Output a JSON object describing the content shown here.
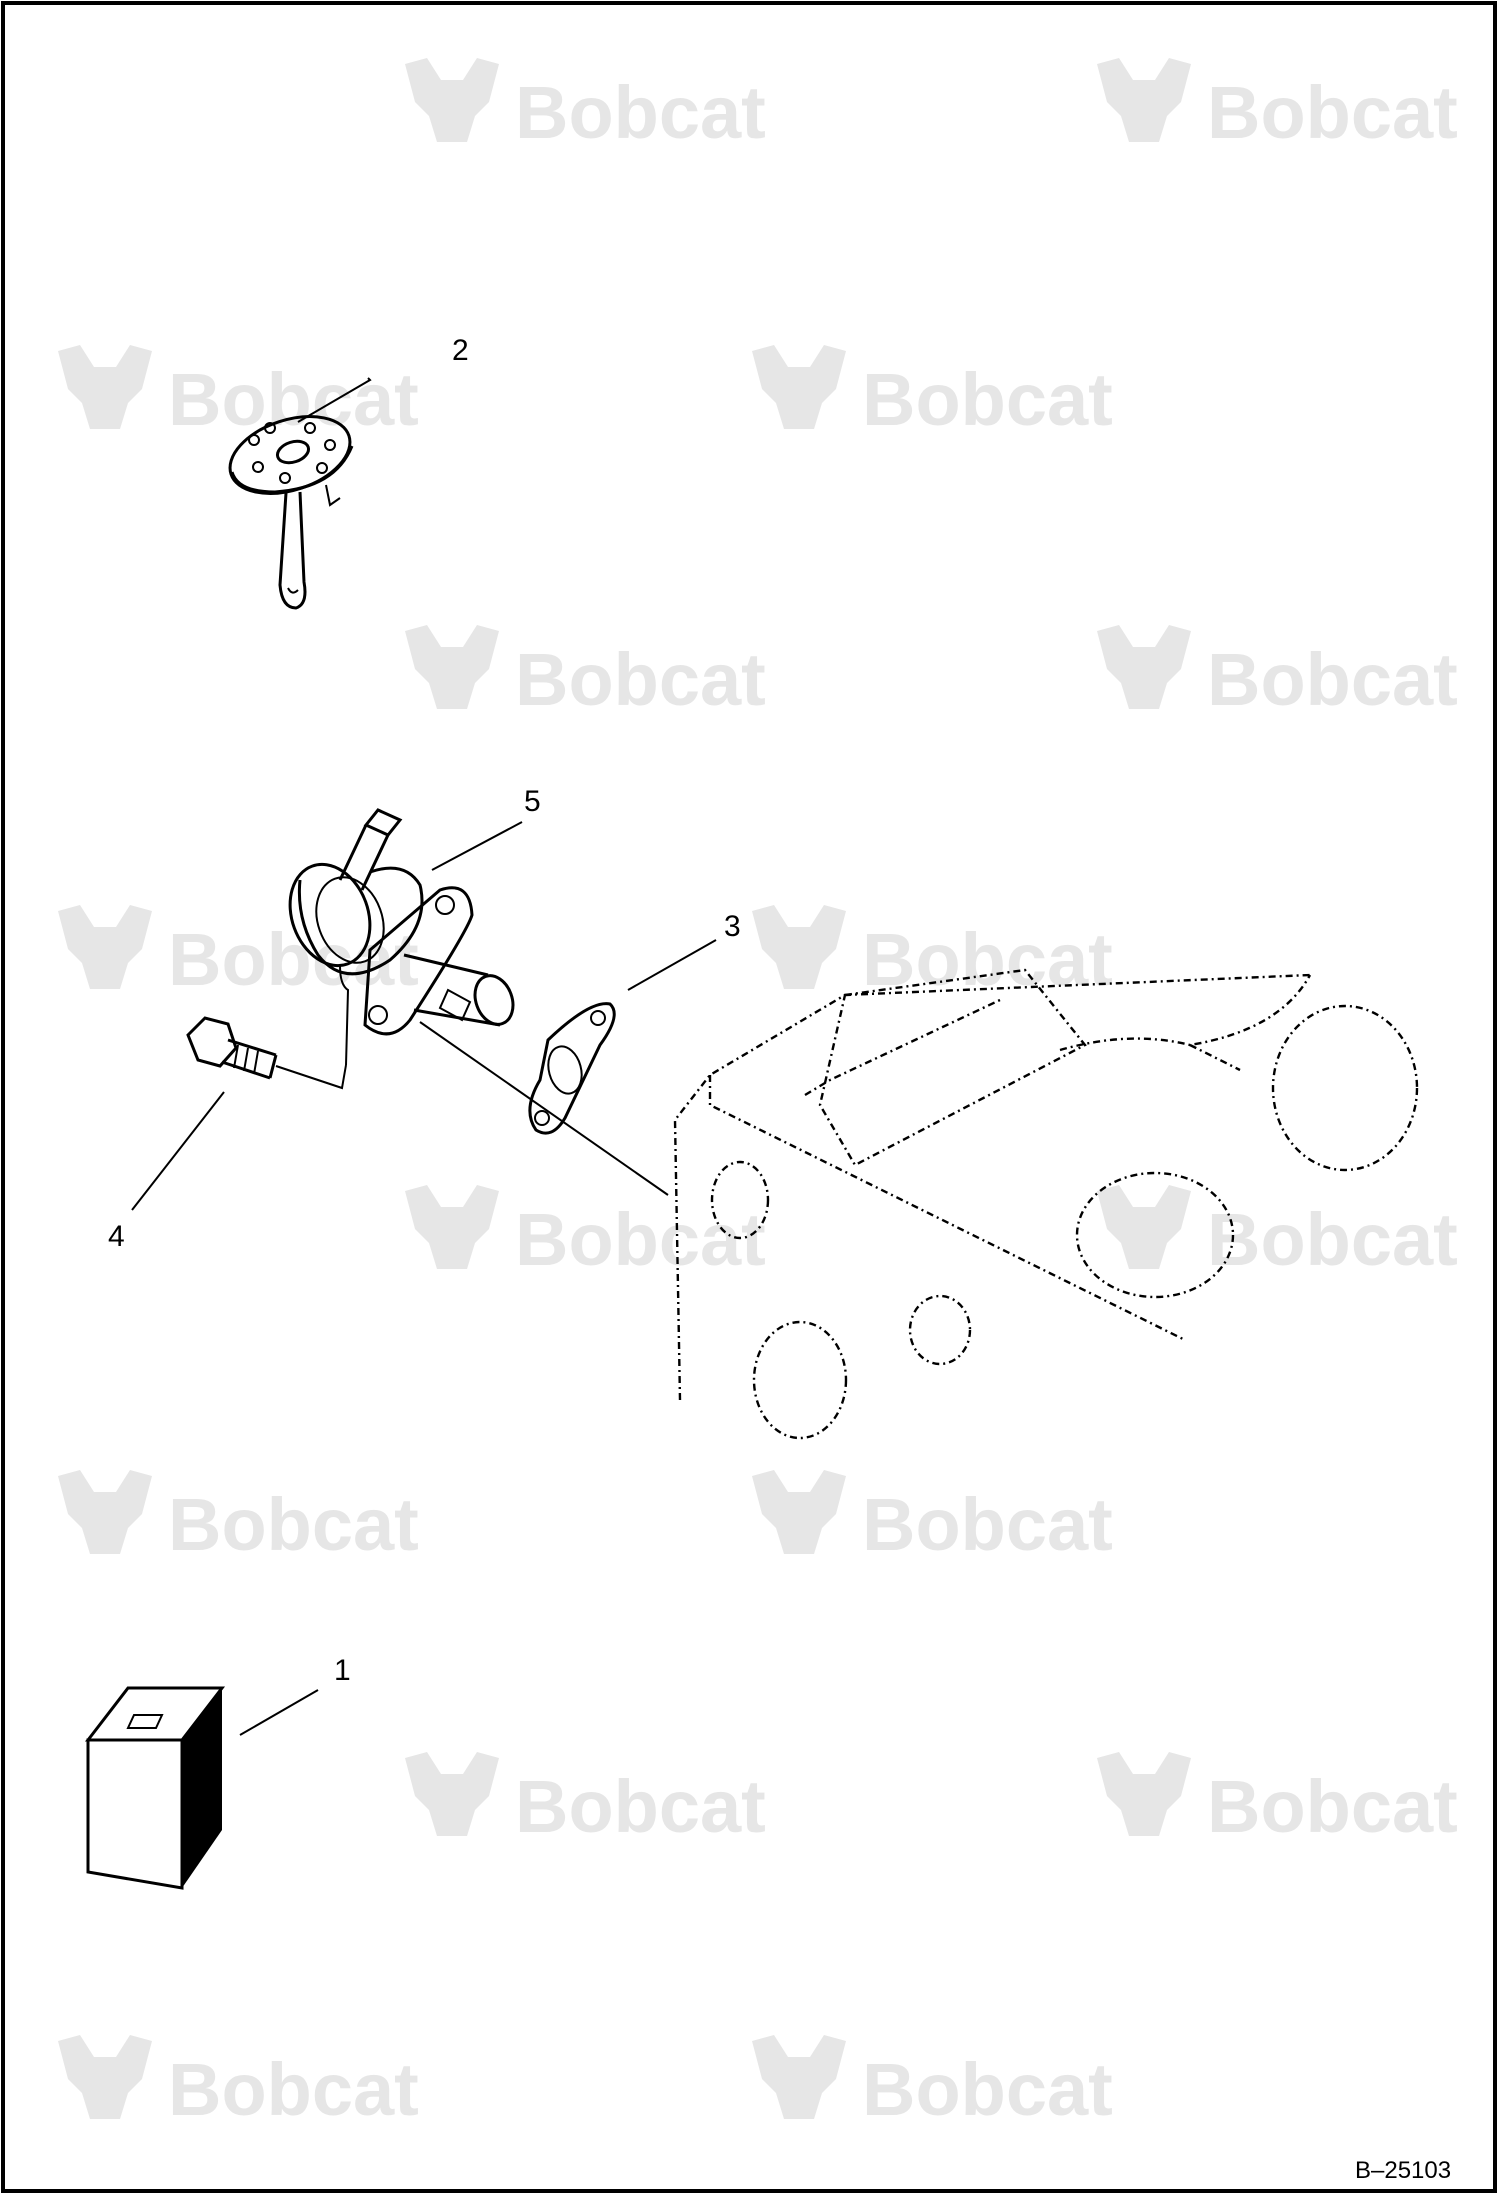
{
  "watermark": {
    "brand": "Bobcat",
    "registered_mark": "®",
    "logo_icon": "bobcat-head-icon",
    "color": "#e6e6e6"
  },
  "callouts": {
    "part_1": "1",
    "part_2": "2",
    "part_3": "3",
    "part_4": "4",
    "part_5": "5"
  },
  "document_id": "B–25103",
  "colors": {
    "line": "#000000",
    "background": "#ffffff",
    "watermark": "#e6e6e6"
  }
}
